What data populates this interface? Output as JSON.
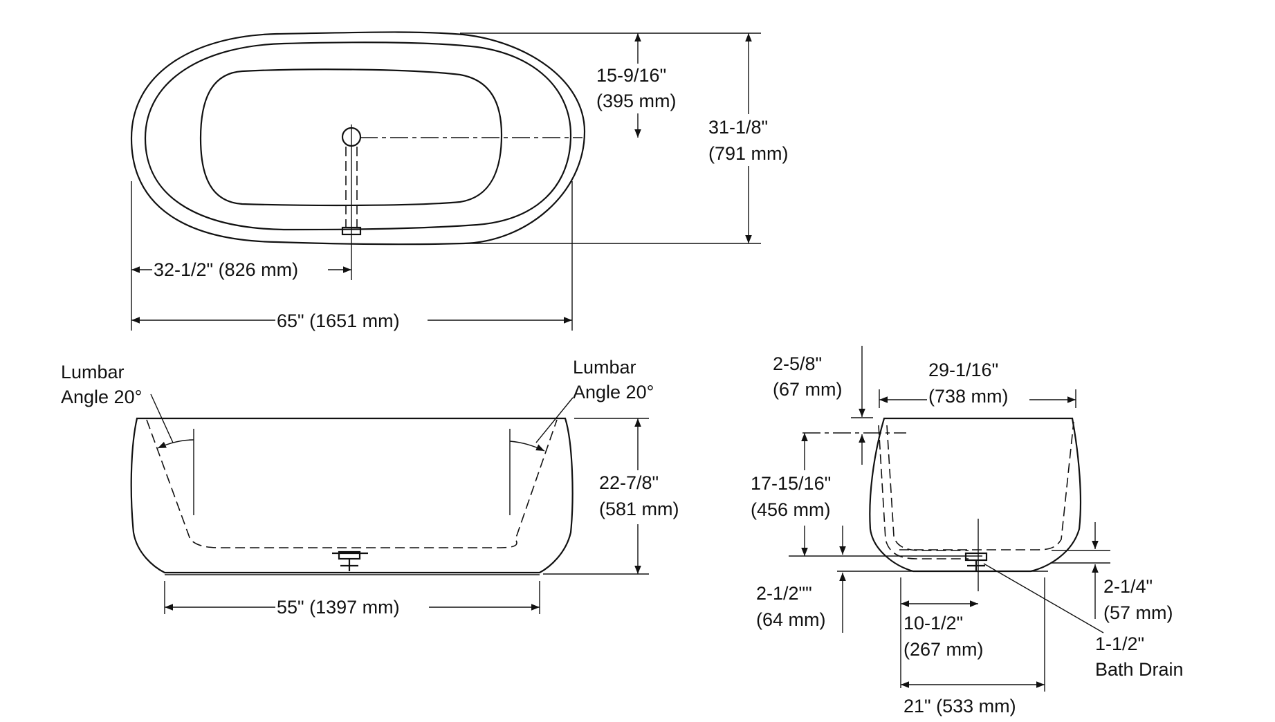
{
  "top_view": {
    "dim_center_half": {
      "line1": "15-9/16\"",
      "line2": "(395 mm)"
    },
    "dim_width": {
      "line1": "31-1/8\"",
      "line2": "(791 mm)"
    },
    "dim_drain_offset": "32-1/2\" (826 mm)",
    "dim_length": "65\" (1651 mm)"
  },
  "side_view": {
    "lumbar_left": {
      "line1": "Lumbar",
      "line2": "Angle 20°"
    },
    "lumbar_right": {
      "line1": "Lumbar",
      "line2": "Angle 20°"
    },
    "dim_height": {
      "line1": "22-7/8\"",
      "line2": "(581 mm)"
    },
    "dim_base_length": "55\" (1397 mm)"
  },
  "end_view": {
    "dim_rim": {
      "line1": "2-5/8\"",
      "line2": "(67 mm)"
    },
    "dim_top_width": {
      "line1": "29-1/16\"",
      "line2": "(738 mm)"
    },
    "dim_depth": {
      "line1": "17-15/16\"",
      "line2": "(456 mm)"
    },
    "dim_floor": {
      "line1": "2-1/2\"\"",
      "line2": "(64 mm)"
    },
    "dim_drain_center": {
      "line1": "10-1/2\"",
      "line2": "(267 mm)"
    },
    "dim_base_height": {
      "line1": "2-1/4\"",
      "line2": "(57 mm)"
    },
    "drain_label": {
      "line1": "1-1/2\"",
      "line2": "Bath Drain"
    },
    "dim_base_width": "21\" (533 mm)"
  }
}
